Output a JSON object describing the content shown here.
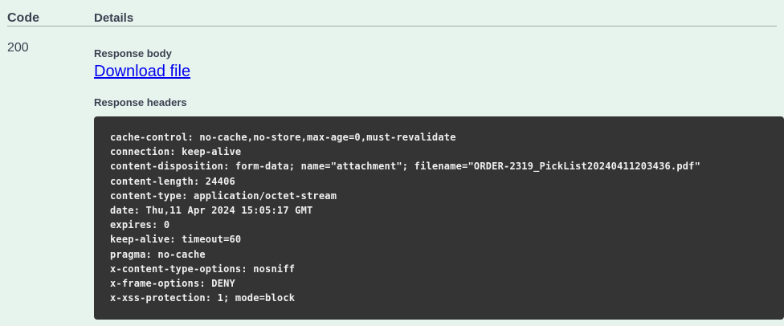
{
  "table": {
    "headers": {
      "code": "Code",
      "details": "Details"
    }
  },
  "response": {
    "status_code": "200",
    "body_label": "Response body",
    "download_link_label": "Download file",
    "headers_label": "Response headers",
    "headers_lines": [
      "cache-control: no-cache,no-store,max-age=0,must-revalidate",
      "connection: keep-alive",
      "content-disposition: form-data; name=\"attachment\"; filename=\"ORDER-2319_PickList20240411203436.pdf\"",
      "content-length: 24406",
      "content-type: application/octet-stream",
      "date: Thu,11 Apr 2024 15:05:17 GMT",
      "expires: 0",
      "keep-alive: timeout=60",
      "pragma: no-cache",
      "x-content-type-options: nosniff",
      "x-frame-options: DENY",
      "x-xss-protection: 1; mode=block"
    ]
  },
  "colors": {
    "page_background": "#e7f4ed",
    "code_block_background": "#343434",
    "code_text": "#f0f0f0",
    "link": "#0000ee",
    "text": "#3b4151",
    "divider": "#9fada9"
  }
}
